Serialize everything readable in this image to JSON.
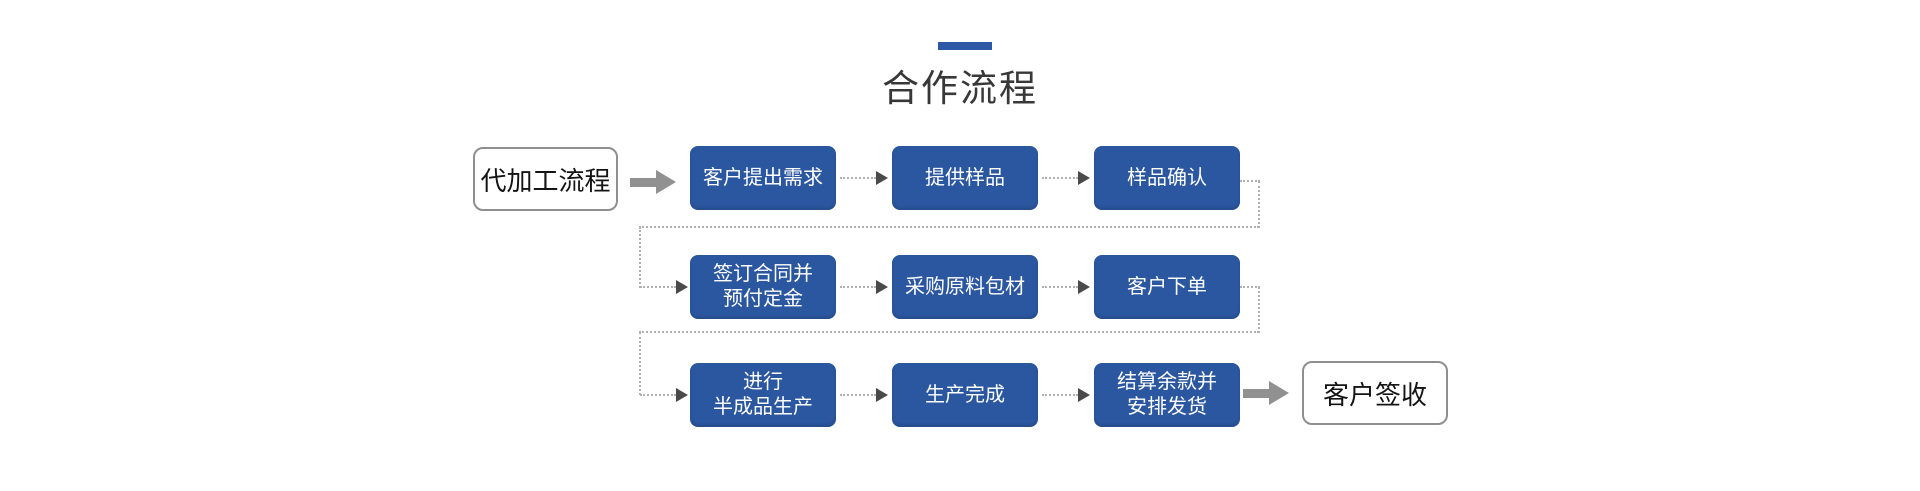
{
  "header": {
    "title": "合作流程"
  },
  "flow": {
    "start_label": "代加工流程",
    "end_label": "客户签收",
    "rows": [
      {
        "steps": [
          "客户提出需求",
          "提供样品",
          "样品确认"
        ]
      },
      {
        "steps": [
          "签订合同并\n预付定金",
          "采购原料包材",
          "客户下单"
        ]
      },
      {
        "steps": [
          "进行\n半成品生产",
          "生产完成",
          "结算余款并\n安排发货"
        ]
      }
    ]
  },
  "colors": {
    "box_blue": "#2b57a0",
    "accent_blue": "#2d58a6",
    "dot_gray": "#b0b0b0",
    "tri_dark": "#4a4a4a",
    "arrow_gray": "#919191",
    "wnode_border": "#8f8f8f",
    "title_color": "#383838"
  }
}
